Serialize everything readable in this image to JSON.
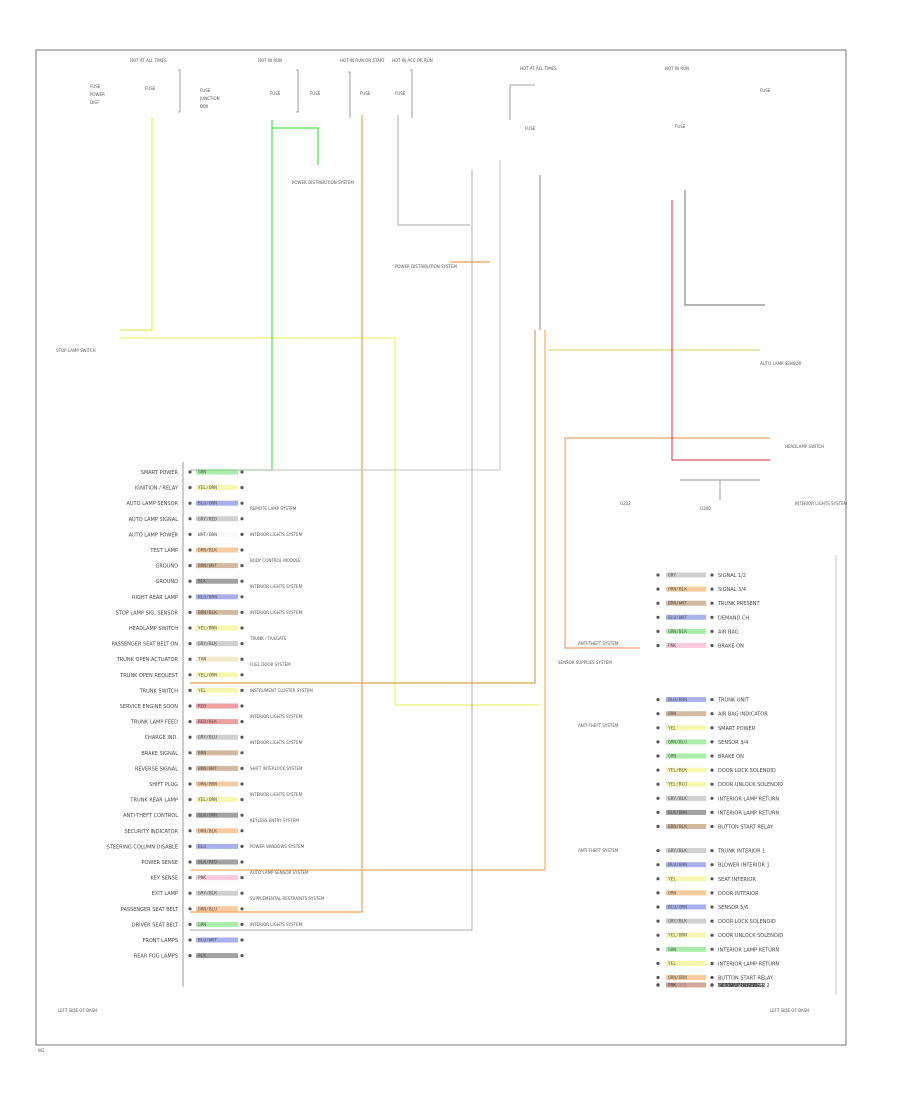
{
  "diagram": {
    "left_labels": [
      "SMART POWER",
      "IGNITION / RELAY",
      "AUTO LAMP SENSOR",
      "AUTO LAMP SIGNAL",
      "AUTO LAMP POWER",
      "TEST LAMP",
      "GROUND",
      "GROUND",
      "RIGHT REAR LAMP",
      "STOP LAMP SIG. SENSOR",
      "HEADLAMP SWITCH",
      "PASSENGER SEAT BELT ON",
      "TRUNK OPEN ACTUATOR",
      "TRUNK OPEN REQUEST",
      "TRUNK SWITCH",
      "SERVICE ENGINE SOON",
      "TRUNK LAMP FEED",
      "CHARGE IND.",
      "BRAKE SIGNAL",
      "REVERSE SIGNAL",
      "SHIFT PLUG",
      "TRUNK REAR LAMP",
      "ANTI-THEFT CONTROL",
      "SECURITY INDICATOR",
      "STEERING COLUMN DISABLE",
      "POWER SENSE",
      "KEY SENSE",
      "EXIT LAMP",
      "PASSENGER SEAT BELT",
      "DRIVER SEAT BELT",
      "FRONT LAMPS",
      "REAR FOG LAMPS"
    ],
    "left_wires": [
      "GRN",
      "YEL/ORN",
      "BLU/ORN",
      "GRY/RED",
      "WHT/ORN",
      "ORN/BLK",
      "BRN/WHT",
      "BLK",
      "BLU/BRN",
      "BRN/BLK",
      "YEL/BRN",
      "GRY/BLK",
      "TAN",
      "YEL/ORN",
      "YEL",
      "RED",
      "RED/BLK",
      "GRY/BLU",
      "BRN",
      "BRN/WHT",
      "ORN/BRN",
      "YEL/ORN",
      "BLK/ORN",
      "ORN/BLK",
      "BLU",
      "BLK/RED",
      "PNK",
      "GRY/BLK",
      "ORN/BLU",
      "GRN",
      "BLU/WHT",
      "BLK"
    ],
    "left_targets": [
      "REMOTE LAMP SYSTEM",
      "INTERIOR LIGHTS SYSTEM",
      "BODY CONTROL MODULE",
      "INTERIOR LIGHTS SYSTEM",
      "INTERIOR LIGHTS SYSTEM",
      "TRUNK / TAILGATE",
      "FUEL DOOR SYSTEM",
      "INSTRUMENT CLUSTER SYSTEM",
      "INTERIOR LIGHTS SYSTEM",
      "INTERIOR LIGHTS SYSTEM",
      "SHIFT INTERLOCK SYSTEM",
      "INTERIOR LIGHTS SYSTEM",
      "KEYLESS ENTRY SYSTEM",
      "POWER WINDOWS SYSTEM",
      "AUTO LAMP SENSOR SYSTEM",
      "SUPPLEMENTAL RESTRAINTS SYSTEM",
      "INTERIOR LIGHTS SYSTEM"
    ],
    "right_labels": [
      "SIGNAL 1/2",
      "SIGNAL 3/4",
      "TRUNK PRESENT",
      "DEMAND CH",
      "AIR BAG",
      "BRAKE ON",
      "TRUNK UNIT",
      "AIR BAG INDICATOR",
      "SMART POWER",
      "SENSOR 3/4",
      "BRAKE ON",
      "DOOR LOCK SOLENOID",
      "DOOR UNLOCK SOLENOID",
      "INTERIOR LAMP RETURN",
      "INTERIOR LAMP RETURN",
      "BUTTON START RELAY",
      "TRUNK INTERIOR 1",
      "BLOWER INTERIOR 1",
      "SEAT INTERIOR",
      "DOOR INTERIOR",
      "SENSOR 5/6",
      "DOOR LOCK SOLENOID",
      "DOOR UNLOCK SOLENOID",
      "INTERIOR LAMP RETURN",
      "INTERIOR LAMP RETURN",
      "BUTTON START RELAY",
      "TRUNK INTERIOR 2",
      "BLOWER INTERIOR 2",
      "SEAT INTERIOR 2",
      "DOOR INTERIOR 2"
    ],
    "right_wires": [
      "GRY",
      "ORN/BLK",
      "BRN/WHT",
      "BLU/WHT",
      "GRN/BLK",
      "PNK",
      "BLU/BRN",
      "BRN",
      "YEL",
      "GRN/BLU",
      "GRN",
      "YEL/BLK",
      "YEL/BLU",
      "GRY/BLK",
      "BLK/BRN",
      "BRN/BLK",
      "GRY/BLK",
      "BLU/BRN",
      "YEL",
      "ORN",
      "BLU/ORN",
      "GRY/BLK",
      "YEL/BRN",
      "GRN",
      "YEL",
      "ORN/BRN",
      "YEL/GRN",
      "GRN",
      "BRN/YEL",
      "PNK"
    ],
    "right_systems": [
      "ANTI-THEFT SYSTEM",
      "SENSOR SUPPLIES SYSTEM",
      "ANTI-THEFT SYSTEM",
      "ANTI-THEFT SYSTEM"
    ],
    "top_labels": [
      "HOT AT ALL TIMES",
      "HOT IN RUN",
      "HOT IN RUN OR START",
      "HOT IN ACC OR RUN",
      "HOT AT ALL TIMES",
      "HOT IN RUN"
    ],
    "mid_labels": [
      "STOP LAMP SWITCH",
      "POWER DISTRIBUTION SYSTEM",
      "POWER DISTRIBUTION SYSTEM",
      "AUTO LAMP SENSOR",
      "HEADLAMP SWITCH",
      "INTERIOR LIGHTS SYSTEM",
      "G202",
      "G300"
    ],
    "footer_left": "LEFT SIDE OF DASH",
    "footer_right": "LEFT SIDE OF DASH",
    "corner_code": "W2"
  }
}
